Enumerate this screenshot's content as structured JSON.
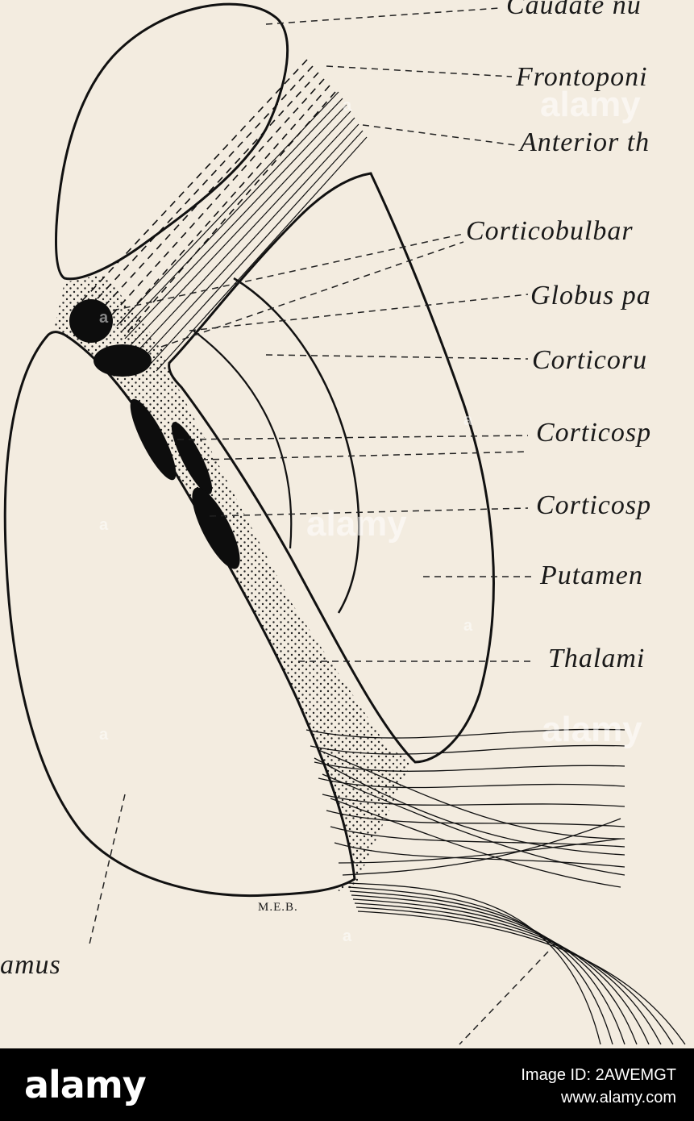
{
  "labels": {
    "caudate": "Caudate nu",
    "frontopontine": "Frontoponi",
    "anterior": "Anterior th",
    "corticobulbar": "Corticobulbar",
    "globus": "Globus pa",
    "corticorubral": "Corticoru",
    "corticospinal_1": "Corticosp",
    "corticospinal_2": "Corticosp",
    "putamen": "Putamen",
    "thalamic": "Thalami",
    "thalamus": "amus"
  },
  "signature": "M.E.B.",
  "watermark": {
    "text": "alamy",
    "small": "a"
  },
  "footer": {
    "logo": "alamy",
    "image_id": "Image ID: 2AWEMGT",
    "url": "www.alamy.com"
  },
  "colors": {
    "paper": "#f3ece0",
    "ink": "#111111",
    "footer_bg": "#000000"
  }
}
